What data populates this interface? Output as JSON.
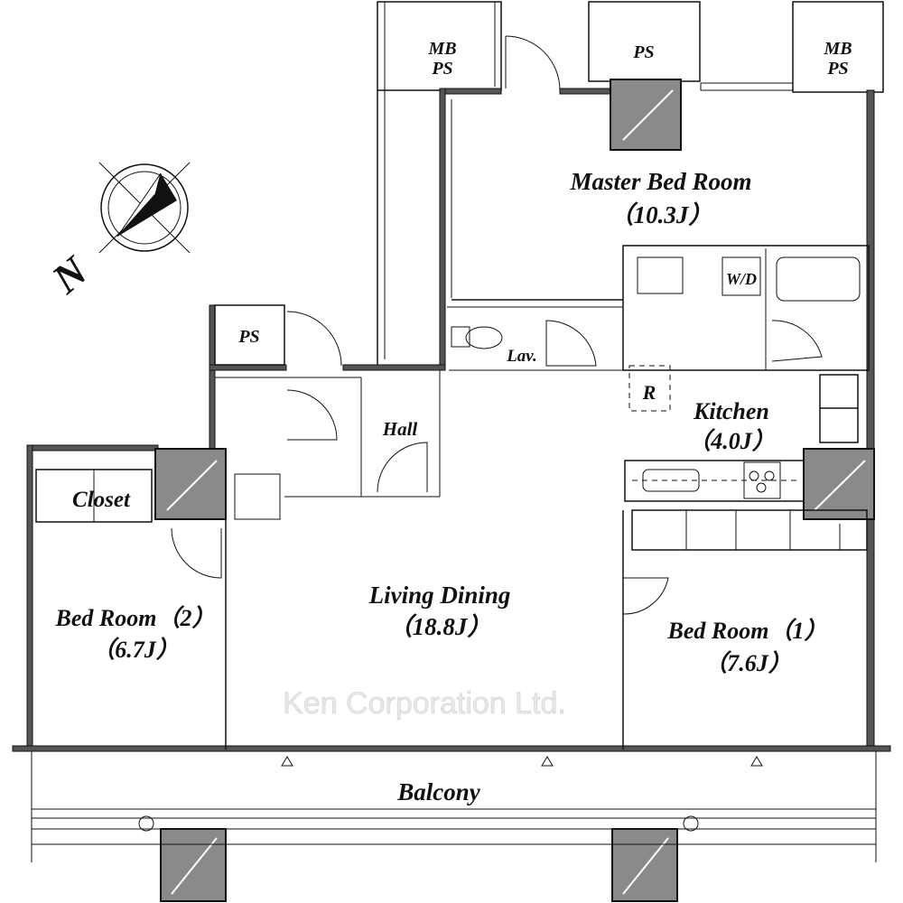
{
  "compass": {
    "north_label": "N"
  },
  "rooms": {
    "mb_ps_left": {
      "line1": "MB",
      "line2": "PS"
    },
    "ps_top": {
      "label": "PS"
    },
    "mb_ps_right": {
      "line1": "MB",
      "line2": "PS"
    },
    "ps_left": {
      "label": "PS"
    },
    "master_bed": {
      "name": "Master Bed Room",
      "size": "（10.3J）"
    },
    "washer_dryer": {
      "label": "W/D"
    },
    "lavatory": {
      "label": "Lav."
    },
    "refrigerator": {
      "label": "R"
    },
    "kitchen": {
      "name": "Kitchen",
      "size": "（4.0J）"
    },
    "hall": {
      "label": "Hall"
    },
    "closet": {
      "label": "Closet"
    },
    "bed_room_2": {
      "name": "Bed Room（2）",
      "size": "（6.7J）"
    },
    "living_dining": {
      "name": "Living Dining",
      "size": "（18.8J）"
    },
    "bed_room_1": {
      "name": "Bed Room（1）",
      "size": "（7.6J）"
    },
    "balcony": {
      "label": "Balcony"
    }
  },
  "watermark": "Ken Corporation Ltd."
}
